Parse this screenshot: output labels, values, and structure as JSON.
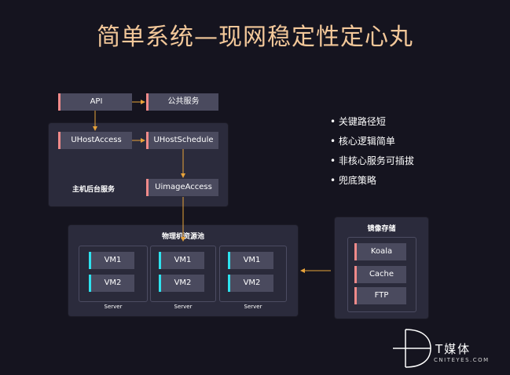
{
  "title": "简单系统—现网稳定性定心丸",
  "top": {
    "api": "API",
    "public": "公共服务"
  },
  "host_panel": {
    "label": "主机后台服务",
    "uhost_access": "UHostAccess",
    "uhost_schedule": "UHostSchedule",
    "uimage_access": "UimageAccess"
  },
  "pool": {
    "label": "物理机资源池",
    "servers": [
      {
        "vm1": "VM1",
        "vm2": "VM2",
        "label": "Server"
      },
      {
        "vm1": "VM1",
        "vm2": "VM2",
        "label": "Server"
      },
      {
        "vm1": "VM1",
        "vm2": "VM2",
        "label": "Server"
      }
    ]
  },
  "storage": {
    "label": "镜像存储",
    "items": [
      "Koala",
      "Cache",
      "FTP"
    ]
  },
  "bullets": [
    "• 关键路径短",
    "• 核心逻辑简单",
    "• 非核心服务可插拔",
    "• 兜底策略"
  ],
  "logo": {
    "cn": "T媒体",
    "en": "CNITEYES.COM"
  },
  "colors": {
    "title": "#f3c89a",
    "accent": "#f08a8a",
    "vm_accent": "#2ee2ee",
    "arrow": "#e8a33a"
  }
}
